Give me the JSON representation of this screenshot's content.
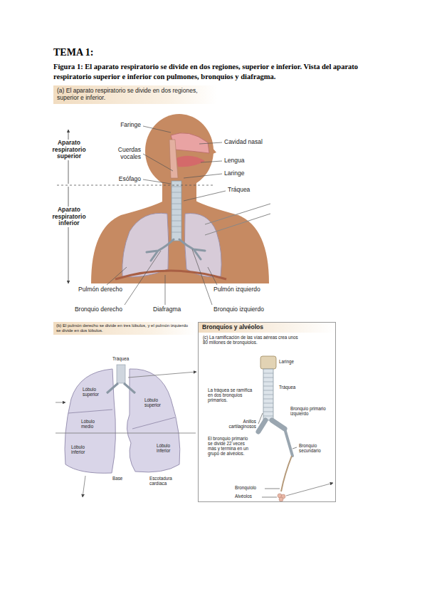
{
  "diagram": {
    "title": "TEMA 1:",
    "caption": "Figura 1: El aparato respiratorio se divide en dos regiones, superior e inferior. Vista del aparato respiratorio superior e inferior con pulmones, bronquios y diafragma.",
    "nodes": [
      {
        "text": [
          "(a) El aparato respiratorio se divide en dos regiones, superior e inferior."
        ]
      },
      {
        "text": [
          "(b) El pulmón derecho se divide en tres lóbulos, y el pulmón izquierdo se divide en dos lóbulos."
        ]
      },
      {
        "text": [
          "Bronquios y alvéolos",
          "(c) La ramificación de las vías aéreas crea unos 80 millones de bronquiolos."
        ]
      }
    ],
    "labels": [
      "Faringe",
      "Cavidad nasal",
      "Cuerdas vocales",
      "Lengua",
      "Laringe",
      "Esófago",
      "Tráquea",
      "Aparato respiratorio superior",
      "Aparato respiratorio inferior",
      "Pulmón derecho",
      "Pulmón izquierdo",
      "Bronquio derecho",
      "Diafragma",
      "Bronquio izquierdo",
      "Tráquea",
      "Lóbulo superior",
      "Lóbulo superior",
      "Lóbulo medio",
      "Lóbulo inferior",
      "Lóbulo inferior",
      "Base",
      "Escotadura cardíaca",
      "Laringe",
      "Tráquea",
      "La tráquea se ramifica en dos bronquios primarios.",
      "Bronquio primario izquierdo",
      "Anillos cartilaginosos",
      "El bronquio primario se divide 22 veces más y termina en un grupo de alvéolos.",
      "Bronquio secundario",
      "Bronquiolo",
      "Alvéolos"
    ]
  }
}
